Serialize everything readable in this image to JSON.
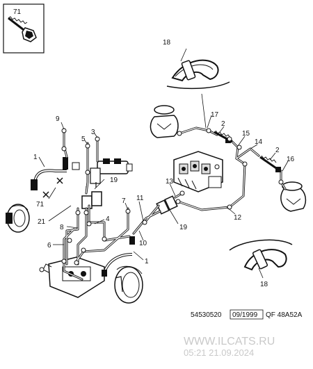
{
  "inset": {
    "label": "71"
  },
  "labels": {
    "l1a": "1",
    "l1b": "1",
    "l2a": "2",
    "l2b": "2",
    "l3": "3",
    "l4": "4",
    "l5": "5",
    "l6": "6",
    "l7": "7",
    "l8": "8",
    "l9": "9",
    "l10": "10",
    "l11": "11",
    "l12": "12",
    "l13": "13",
    "l14": "14",
    "l15": "15",
    "l16": "16",
    "l17": "17",
    "l18a": "18",
    "l18b": "18",
    "l19a": "19",
    "l19b": "19",
    "l21": "21",
    "l71": "71"
  },
  "footer": {
    "code": "54530520",
    "date": "09/1999",
    "ref": "QF 48A52A"
  },
  "watermark": {
    "site": "WWW.ILCATS.RU",
    "timestamp": "05:21 21.09.2024"
  }
}
